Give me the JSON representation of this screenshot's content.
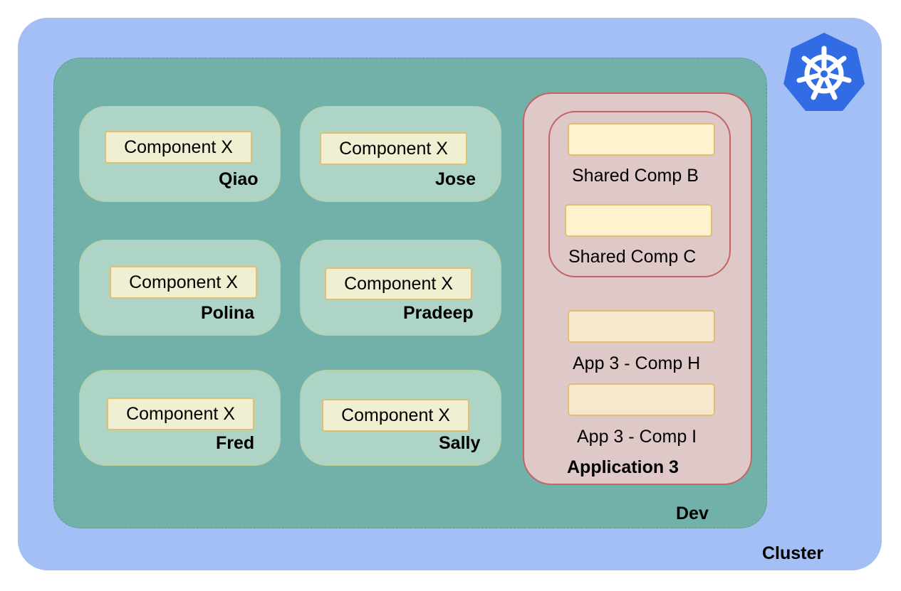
{
  "cluster": {
    "label": "Cluster",
    "logo_icon": "kubernetes-helm-wheel-icon",
    "logo_color": "#326ce5"
  },
  "dev": {
    "label": "Dev",
    "namespaces": [
      {
        "owner": "Qiao",
        "component": "Component X"
      },
      {
        "owner": "Jose",
        "component": "Component X"
      },
      {
        "owner": "Polina",
        "component": "Component X"
      },
      {
        "owner": "Pradeep",
        "component": "Component X"
      },
      {
        "owner": "Fred",
        "component": "Component X"
      },
      {
        "owner": "Sally",
        "component": "Component X"
      }
    ]
  },
  "application3": {
    "label": "Application 3",
    "shared": [
      {
        "label": "Shared Comp B"
      },
      {
        "label": "Shared Comp C"
      }
    ],
    "components": [
      {
        "label": "App 3 - Comp H"
      },
      {
        "label": "App 3 - Comp I"
      }
    ]
  },
  "colors": {
    "cluster_bg": "#a3bff5",
    "dev_bg": "#72b0aa",
    "namespace_bg": "#aed4c6",
    "component_bg": "#f0efd2",
    "component_border": "#e0c070",
    "app3_bg": "#dfc8c8",
    "app3_border": "#c46363"
  }
}
